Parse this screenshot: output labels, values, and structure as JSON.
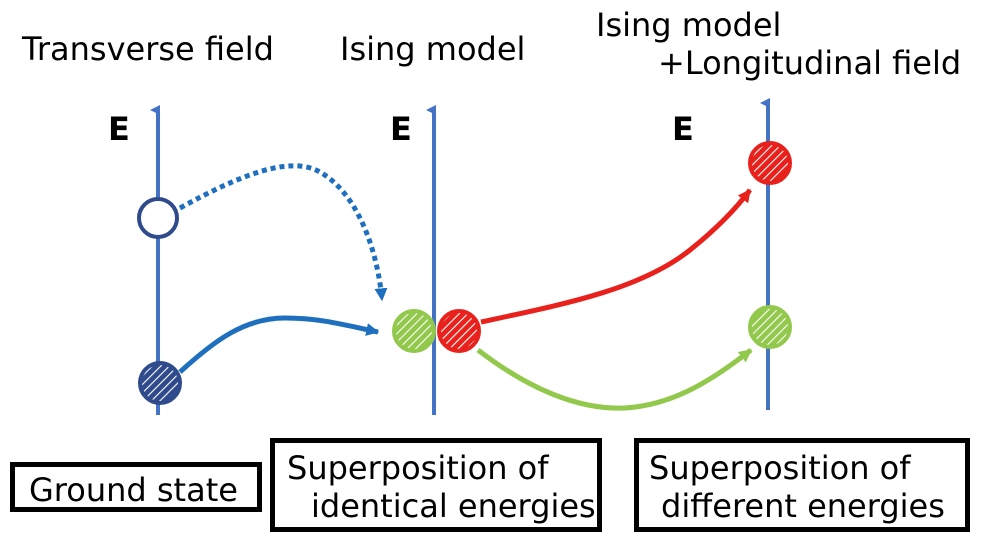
{
  "panels": [
    {
      "title_lines": [
        "Transverse field"
      ],
      "axis_label": "E"
    },
    {
      "title_lines": [
        "Ising model"
      ],
      "axis_label": "E"
    },
    {
      "title_lines": [
        "Ising model",
        "+Longitudinal field"
      ],
      "axis_label": "E"
    }
  ],
  "captions": {
    "ground": "Ground state",
    "identical": [
      "Superposition of",
      "identical energies"
    ],
    "different": [
      "Superposition of",
      "different energies"
    ]
  },
  "colors": {
    "axis": "#4472c4",
    "navy_state": "#2f4b8c",
    "blue_arrow": "#1f6fbf",
    "dotted_arrow": "#1f6fbf",
    "green_state": "#92c84b",
    "red_state": "#e8211c",
    "hatch_light": "#ffffff"
  }
}
